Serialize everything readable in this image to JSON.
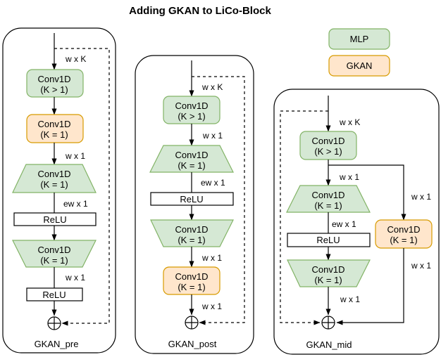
{
  "title": "Adding GKAN to LiCo-Block",
  "colors": {
    "mlp_fill": "#d5e8d4",
    "mlp_border": "#82b366",
    "gkan_fill": "#ffe6cc",
    "gkan_border": "#d79b00",
    "line": "#000000",
    "background": "#ffffff"
  },
  "legend": {
    "items": [
      {
        "label": "MLP",
        "type": "mlp"
      },
      {
        "label": "GKAN",
        "type": "gkan"
      }
    ]
  },
  "diagrams": [
    {
      "label": "GKAN_pre",
      "merge_operator": "⊕",
      "edge_labels": [
        "w x K",
        "w x 1",
        "ew x 1",
        "w x 1"
      ],
      "nodes": [
        {
          "line1": "Conv1D",
          "line2": "(K > 1)",
          "type": "MLP",
          "shape": "rounded-rect"
        },
        {
          "line1": "Conv1D",
          "line2": "(K = 1)",
          "type": "GKAN",
          "shape": "rounded-rect"
        },
        {
          "line1": "Conv1D",
          "line2": "(K = 1)",
          "type": "MLP",
          "shape": "trapezoid-expand"
        },
        {
          "label": "ReLU",
          "type": "activation",
          "shape": "rect"
        },
        {
          "line1": "Conv1D",
          "line2": "(K = 1)",
          "type": "MLP",
          "shape": "trapezoid-contract"
        },
        {
          "label": "ReLU",
          "type": "activation",
          "shape": "rect"
        }
      ]
    },
    {
      "label": "GKAN_post",
      "merge_operator": "⊕",
      "edge_labels": [
        "w x K",
        "w x 1",
        "ew x 1",
        "w x 1",
        "w x 1"
      ],
      "nodes": [
        {
          "line1": "Conv1D",
          "line2": "(K > 1)",
          "type": "MLP",
          "shape": "rounded-rect"
        },
        {
          "line1": "Conv1D",
          "line2": "(K = 1)",
          "type": "MLP",
          "shape": "trapezoid-expand"
        },
        {
          "label": "ReLU",
          "type": "activation",
          "shape": "rect"
        },
        {
          "line1": "Conv1D",
          "line2": "(K = 1)",
          "type": "MLP",
          "shape": "trapezoid-contract"
        },
        {
          "line1": "Conv1D",
          "line2": "(K = 1)",
          "type": "GKAN",
          "shape": "rounded-rect"
        }
      ]
    },
    {
      "label": "GKAN_mid",
      "merge_operator": "⊕",
      "edge_labels": [
        "w x K",
        "w x 1",
        "w x 1",
        "ew x 1",
        "w x 1",
        "w x 1"
      ],
      "nodes": [
        {
          "line1": "Conv1D",
          "line2": "(K > 1)",
          "type": "MLP",
          "shape": "rounded-rect"
        },
        {
          "line1": "Conv1D",
          "line2": "(K = 1)",
          "type": "MLP",
          "shape": "trapezoid-expand"
        },
        {
          "label": "ReLU",
          "type": "activation",
          "shape": "rect"
        },
        {
          "line1": "Conv1D",
          "line2": "(K = 1)",
          "type": "MLP",
          "shape": "trapezoid-contract"
        },
        {
          "line1": "Conv1D",
          "line2": "(K = 1)",
          "type": "GKAN",
          "shape": "rounded-rect"
        }
      ]
    }
  ]
}
